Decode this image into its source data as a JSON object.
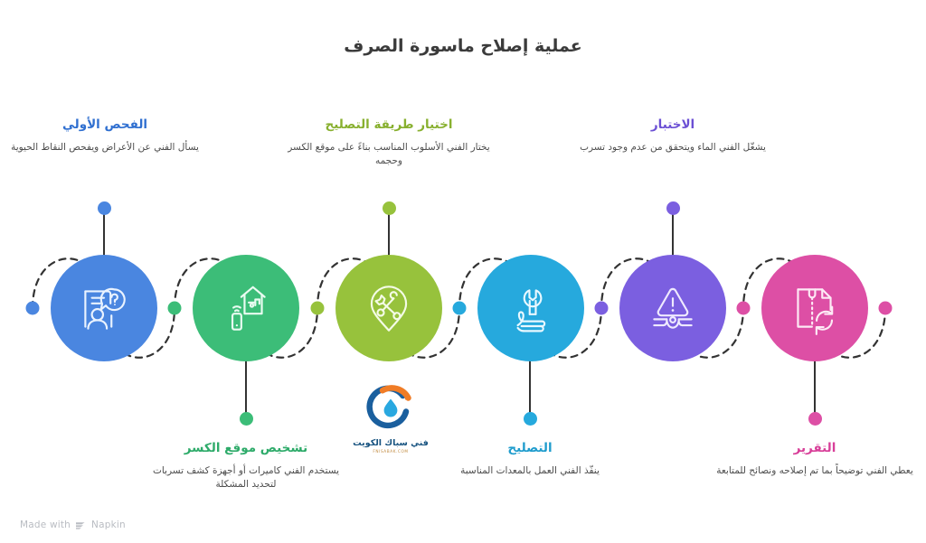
{
  "page": {
    "title": "عملية إصلاح ماسورة الصرف",
    "background": "#ffffff",
    "direction": "rtl"
  },
  "steps": [
    {
      "index": 1,
      "heading": "الفحص الأولي",
      "description": "يسأل الفني عن الأعراض ويفحص النقاط الحيوية",
      "color": "#4a86e0",
      "icon": "person-question-inspection-icon",
      "text_position": "top"
    },
    {
      "index": 2,
      "heading": "تشخيص موقع الكسر",
      "description": "يستخدم الفني كاميرات أو أجهزة كشف تسربات لتحديد المشكلة",
      "color": "#3cbd78",
      "icon": "house-faucet-leak-detector-icon",
      "text_position": "bottom"
    },
    {
      "index": 3,
      "heading": "اختيار طريقة التصليح",
      "description": "يختار الفني الأسلوب المناسب بناءً على موقع الكسر وحجمه",
      "color": "#97c23c",
      "icon": "map-pin-tools-icon",
      "text_position": "top"
    },
    {
      "index": 4,
      "heading": "التصليح",
      "description": "ينفّذ الفني العمل بالمعدات المناسبة",
      "color": "#26a9dd",
      "icon": "hand-wrench-icon",
      "text_position": "bottom"
    },
    {
      "index": 5,
      "heading": "الاختبار",
      "description": "يشغّل الفني الماء ويتحقق من عدم وجود تسرب",
      "color": "#7b5fe0",
      "icon": "warning-pipe-leak-icon",
      "text_position": "top"
    },
    {
      "index": 6,
      "heading": "التقرير",
      "description": "يعطي الفني توضيحاً بما تم إصلاحه ونصائح للمتابعة",
      "color": "#dd4fa5",
      "icon": "document-refresh-report-icon",
      "text_position": "bottom"
    }
  ],
  "logo": {
    "word": "فني سباك الكويت",
    "url": "FNISABAK.COM",
    "ring_color": "#1a5f9e",
    "arc_color": "#f07c26",
    "drop_color": "#29a8e0"
  },
  "watermark": {
    "text_before": "Made with",
    "brand": "Napkin",
    "color": "#b9bcc2"
  },
  "connector": {
    "stroke": "#333333",
    "dash": "7 6",
    "width": 2.2
  }
}
